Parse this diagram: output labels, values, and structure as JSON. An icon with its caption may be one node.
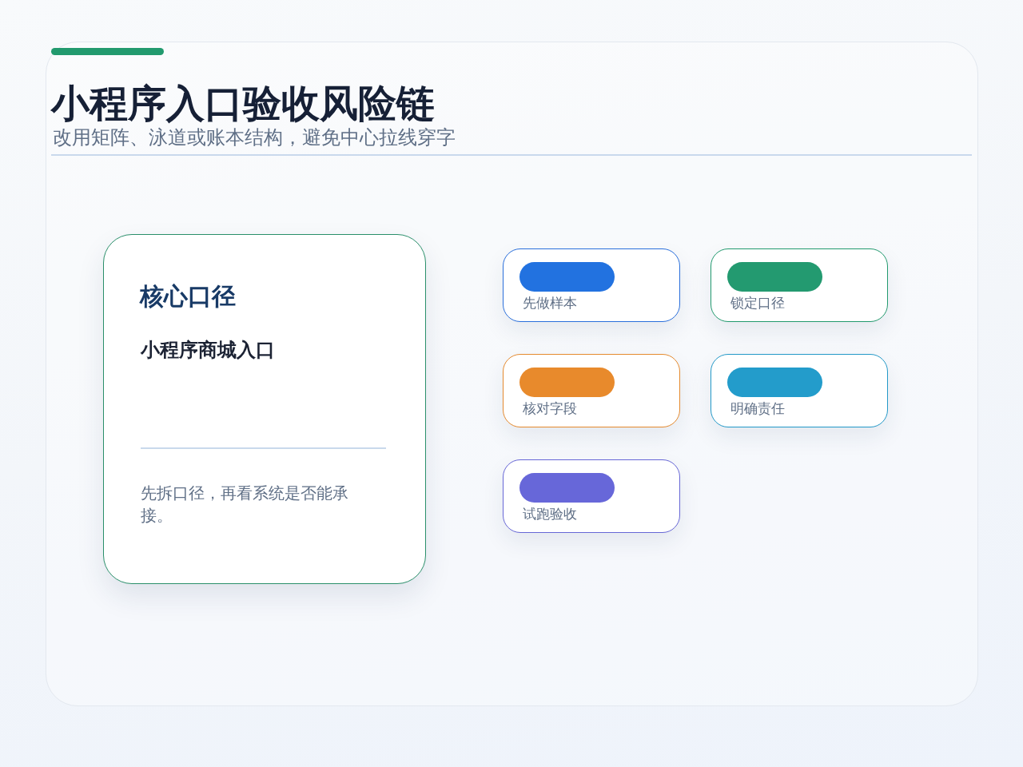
{
  "diagram": {
    "title": "小程序入口验收风险链",
    "nodes": [
      {
        "text": [
          "核心口径",
          "小程序商城入口",
          "先拆口径，再看系统是否能承接。"
        ]
      },
      {
        "text": [
          "先做样本"
        ]
      },
      {
        "text": [
          "锁定口径"
        ]
      },
      {
        "text": [
          "核对字段"
        ]
      },
      {
        "text": [
          "明确责任"
        ]
      },
      {
        "text": [
          "试跑验收"
        ]
      }
    ],
    "labels": [
      "改用矩阵、泳道或账本结构，避免中心拉线穿字"
    ]
  }
}
